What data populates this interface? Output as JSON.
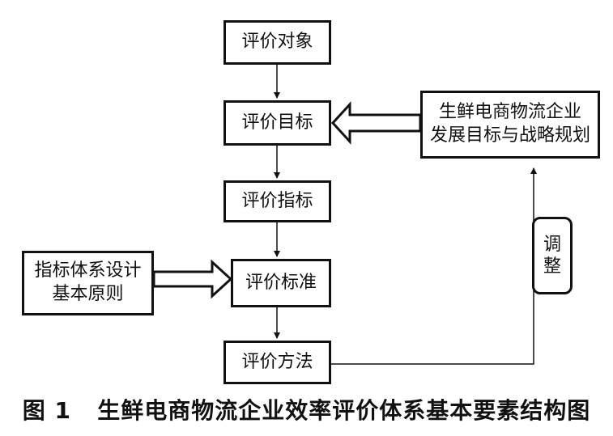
{
  "nodes": {
    "object": "评价对象",
    "goal": "评价目标",
    "indicator": "评价指标",
    "standard": "评价标准",
    "method": "评价方法",
    "strategy_line1": "生鲜电商物流企业",
    "strategy_line2": "发展目标与战略规划",
    "principle_line1": "指标体系设计",
    "principle_line2": "基本原则",
    "adjust_char1": "调",
    "adjust_char2": "整"
  },
  "caption": "图 1   生鲜电商物流企业效率评价体系基本要素结构图"
}
